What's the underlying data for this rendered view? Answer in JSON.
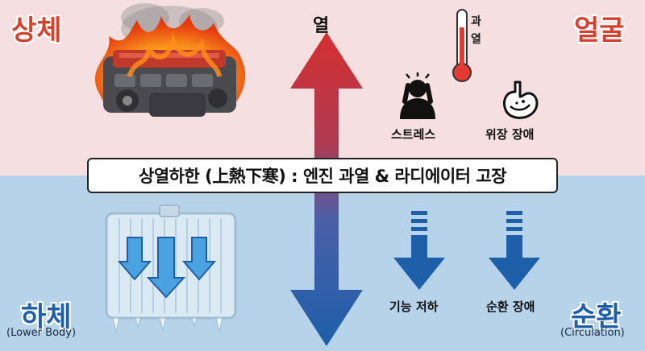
{
  "top": {
    "left_title": "상체",
    "right_title": "얼굴",
    "center_heat_label": "열",
    "thermometer_text": [
      "과",
      "열"
    ],
    "icon_labels": [
      "스트레스",
      "위장 장애"
    ]
  },
  "banner": {
    "text": "상열하한 (上熱下寒) : 엔진 과열 & 라디에이터 고장"
  },
  "bottom": {
    "left_title": "하체",
    "left_subtitle": "(Lower Body)",
    "right_title": "순환",
    "right_subtitle": "(Circulation)",
    "arrow_labels": [
      "기능 저하",
      "순환 장애"
    ]
  },
  "colors": {
    "top_background": "#f6dfe0",
    "bottom_background": "#b7d3ea",
    "heat_red": "#d8402e",
    "cold_blue": "#1d5fa8"
  },
  "icons": [
    "engine-fire-icon",
    "thermometer-icon",
    "stressed-person-icon",
    "stomach-icon",
    "frozen-radiator-icon"
  ]
}
